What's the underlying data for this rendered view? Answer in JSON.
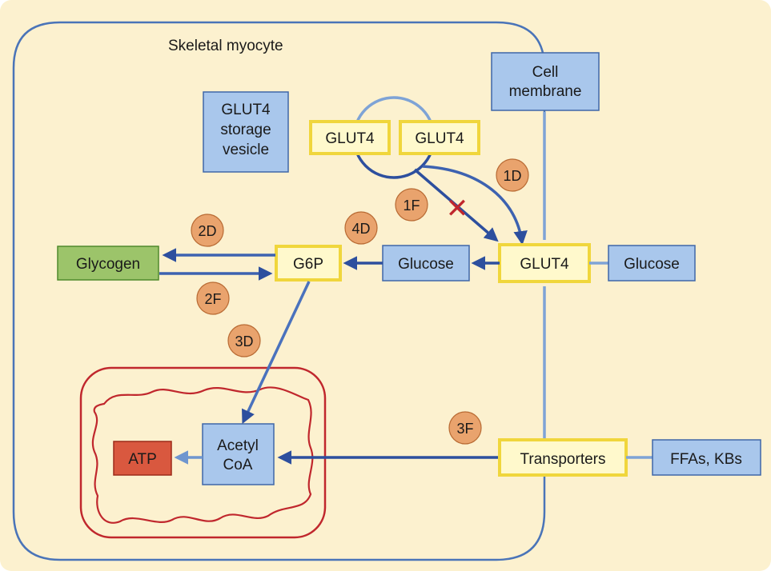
{
  "cell_label": "Skeletal myocyte",
  "membrane_label": [
    "Cell",
    "membrane"
  ],
  "storage_vesicle_label": [
    "GLUT4",
    "storage",
    "vesicle"
  ],
  "vesicle_glut4_left": "GLUT4",
  "vesicle_glut4_right": "GLUT4",
  "membrane_glut4": "GLUT4",
  "glucose_outside": "Glucose",
  "glucose_inside": "Glucose",
  "g6p": "G6P",
  "glycogen": "Glycogen",
  "acetyl_coa": [
    "Acetyl",
    "CoA"
  ],
  "atp": "ATP",
  "transporters": "Transporters",
  "ffas_kbs": "FFAs, KBs",
  "badges": {
    "b1d": "1D",
    "b1f": "1F",
    "b2d": "2D",
    "b2f": "2F",
    "b3d": "3D",
    "b3f": "3F",
    "b4d": "4D"
  },
  "blocked_marker": "✕",
  "colors": {
    "background": "#fcf1cf",
    "cell_border": "#4a74b8",
    "mitochondrion": "#c0272d",
    "blocked_x": "#c0272d"
  }
}
